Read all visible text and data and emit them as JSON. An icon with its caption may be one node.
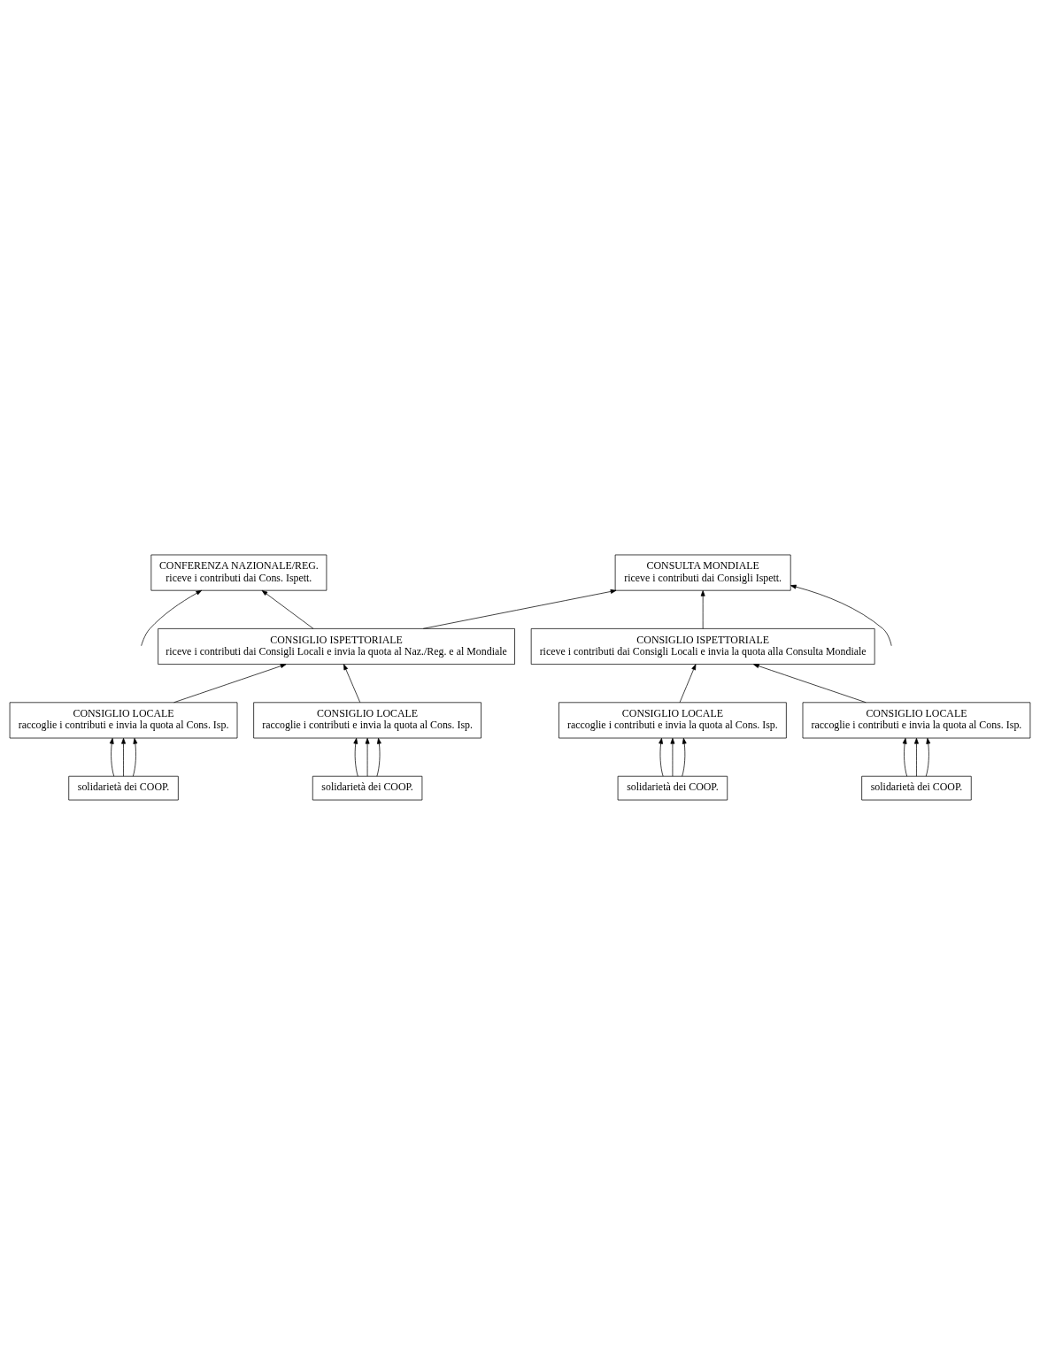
{
  "diagram": {
    "nodes": [
      {
        "text": [
          "CONSULTA MONDIALE",
          "riceve i contributi dai Consigli Ispett."
        ]
      },
      {
        "text": [
          "CONFERENZA NAZIONALE/REG.",
          "riceve i contributi dai Cons. Ispett."
        ]
      },
      {
        "text": [
          "CONSIGLIO ISPETTORIALE",
          "riceve i contributi dai Consigli Locali e invia la quota al Naz./Reg. e al Mondiale"
        ]
      },
      {
        "text": [
          "CONSIGLIO ISPETTORIALE",
          "riceve i contributi dai Consigli Locali e invia la quota alla Consulta Mondiale"
        ]
      },
      {
        "text": [
          "CONSIGLIO LOCALE",
          "raccoglie i contributi e invia la quota al Cons. Isp."
        ]
      },
      {
        "text": [
          "CONSIGLIO LOCALE",
          "raccoglie i contributi e invia la quota al Cons. Isp."
        ]
      },
      {
        "text": [
          "CONSIGLIO LOCALE",
          "raccoglie i contributi e invia la quota al Cons. Isp."
        ]
      },
      {
        "text": [
          "CONSIGLIO LOCALE",
          "raccoglie i contributi e invia la quota al Cons. Isp."
        ]
      },
      {
        "text": [
          "solidarietà dei COOP."
        ]
      },
      {
        "text": [
          "solidarietà dei COOP."
        ]
      },
      {
        "text": [
          "solidarietà dei COOP."
        ]
      },
      {
        "text": [
          "solidarietà dei COOP."
        ]
      }
    ],
    "edges": [
      {
        "from": 2,
        "to": 1,
        "arrow": "to"
      },
      {
        "from": 2,
        "to": 0,
        "arrow": "to"
      },
      {
        "from": 3,
        "to": 0,
        "arrow": "to"
      },
      {
        "from": null,
        "to": 1,
        "arrow": "to"
      },
      {
        "from": null,
        "to": 0,
        "arrow": "to"
      },
      {
        "from": 4,
        "to": 2,
        "arrow": "to"
      },
      {
        "from": 5,
        "to": 2,
        "arrow": "to"
      },
      {
        "from": 6,
        "to": 3,
        "arrow": "to"
      },
      {
        "from": 7,
        "to": 3,
        "arrow": "to"
      },
      {
        "from": 8,
        "to": 4,
        "arrow": "to"
      },
      {
        "from": 8,
        "to": 4,
        "arrow": "to"
      },
      {
        "from": 8,
        "to": 4,
        "arrow": "to"
      },
      {
        "from": 9,
        "to": 5,
        "arrow": "to"
      },
      {
        "from": 9,
        "to": 5,
        "arrow": "to"
      },
      {
        "from": 9,
        "to": 5,
        "arrow": "to"
      },
      {
        "from": 10,
        "to": 6,
        "arrow": "to"
      },
      {
        "from": 10,
        "to": 6,
        "arrow": "to"
      },
      {
        "from": 10,
        "to": 6,
        "arrow": "to"
      },
      {
        "from": 11,
        "to": 7,
        "arrow": "to"
      },
      {
        "from": 11,
        "to": 7,
        "arrow": "to"
      },
      {
        "from": 11,
        "to": 7,
        "arrow": "to"
      }
    ]
  }
}
